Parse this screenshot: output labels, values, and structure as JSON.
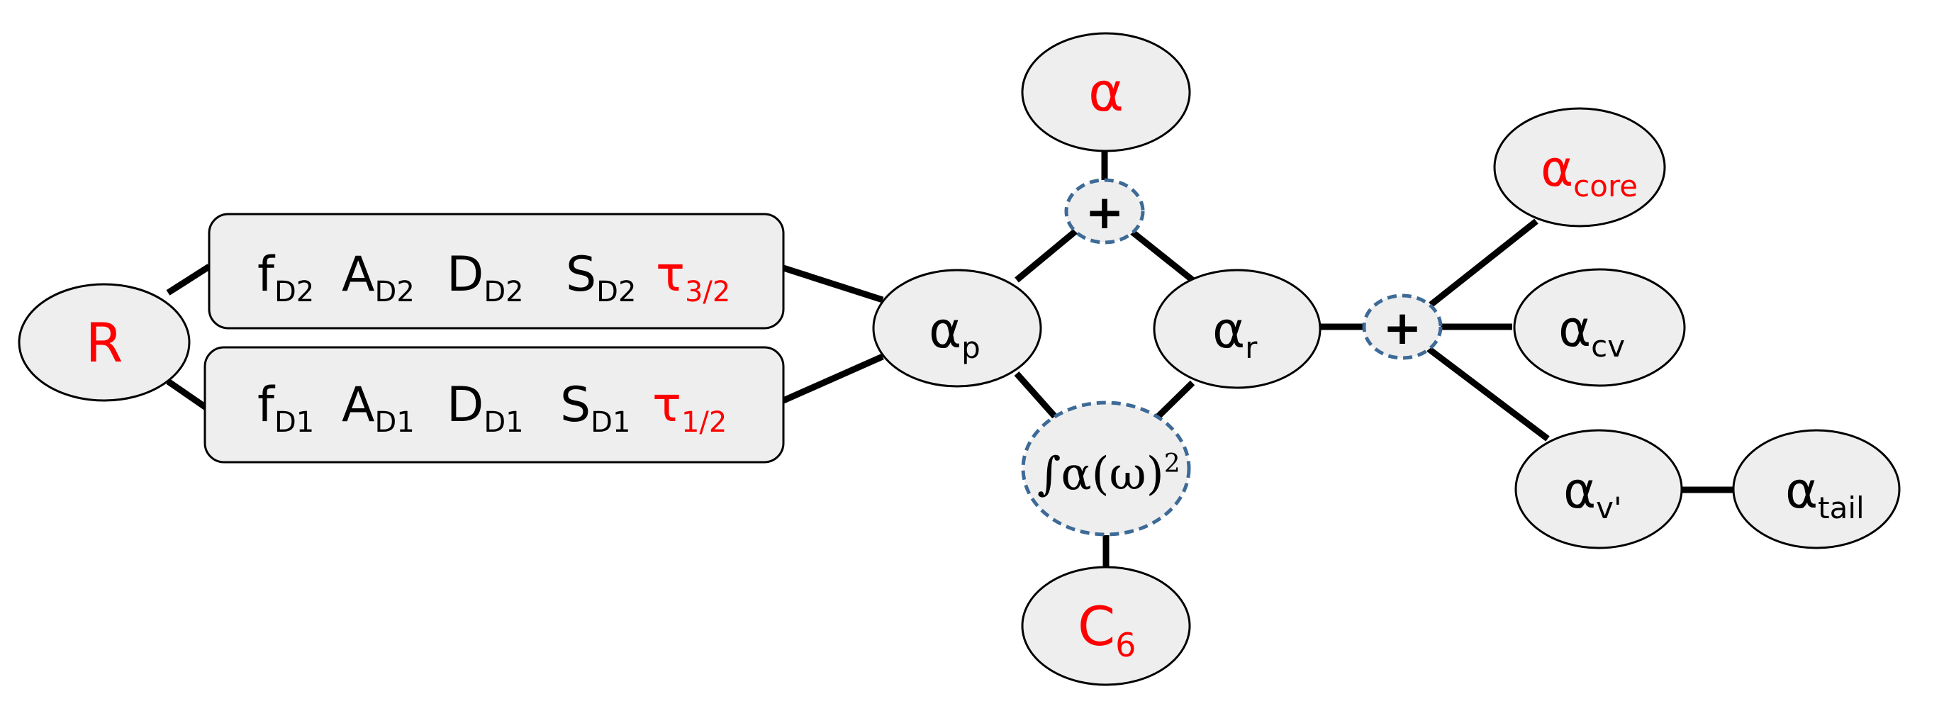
{
  "colors": {
    "node_fill": "#eeeeee",
    "outline": "#000000",
    "operator_outline": "#3d6a96",
    "highlight_text": "#ff0000",
    "text": "#000000"
  },
  "nodes": {
    "R": "R",
    "alpha_p": {
      "base": "α",
      "sub": "p"
    },
    "alpha_r": {
      "base": "α",
      "sub": "r"
    },
    "alpha": "α",
    "C6": {
      "base": "C",
      "sub": "6"
    },
    "alpha_core": {
      "base": "α",
      "sub": "core"
    },
    "alpha_cv": {
      "base": "α",
      "sub": "cv"
    },
    "alpha_v": {
      "base": "α",
      "sub": "v'"
    },
    "alpha_tail": {
      "base": "α",
      "sub": "tail"
    }
  },
  "operators": {
    "plus": "+",
    "integral": {
      "sign": "∫",
      "expr": "α(ω)",
      "exp": "2"
    }
  },
  "boxes": {
    "D2": {
      "f": "f",
      "f_sub": "D2",
      "A": "A",
      "A_sub": "D2",
      "D": "D",
      "D_sub": "D2",
      "S": "S",
      "S_sub": "D2",
      "tau": "τ",
      "tau_sub": "3/2"
    },
    "D1": {
      "f": "f",
      "f_sub": "D1",
      "A": "A",
      "A_sub": "D1",
      "D": "D",
      "D_sub": "D1",
      "S": "S",
      "S_sub": "D1",
      "tau": "τ",
      "tau_sub": "1/2"
    }
  }
}
